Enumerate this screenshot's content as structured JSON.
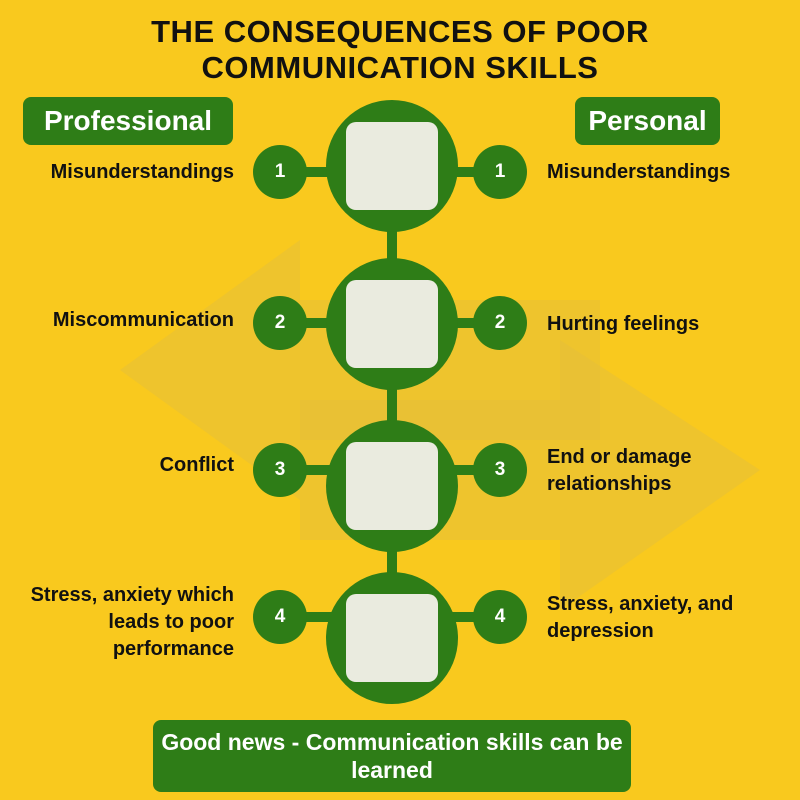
{
  "title": [
    "THE CONSEQUENCES OF POOR",
    "COMMUNICATION SKILLS"
  ],
  "headers": {
    "left": "Professional",
    "right": "Personal"
  },
  "rows": [
    {
      "number": "1",
      "professional": "Misunderstandings",
      "personal": "Misunderstandings",
      "icon": "two-people-confused-icon"
    },
    {
      "number": "2",
      "professional": "Miscommunication",
      "personal": "Hurting feelings",
      "icon": "confused-person-icon"
    },
    {
      "number": "3",
      "professional": "Conflict",
      "personal": "End or damage relationships",
      "icon": "arguing-people-icon"
    },
    {
      "number": "4",
      "professional": "Stress, anxiety which leads to poor performance",
      "personal": "Stress, anxiety, and depression",
      "icon": "stressed-person-icon"
    }
  ],
  "footer": "Good news - Communication skills can be learned",
  "colors": {
    "background": "#F9C91E",
    "green": "#2E7D17"
  }
}
